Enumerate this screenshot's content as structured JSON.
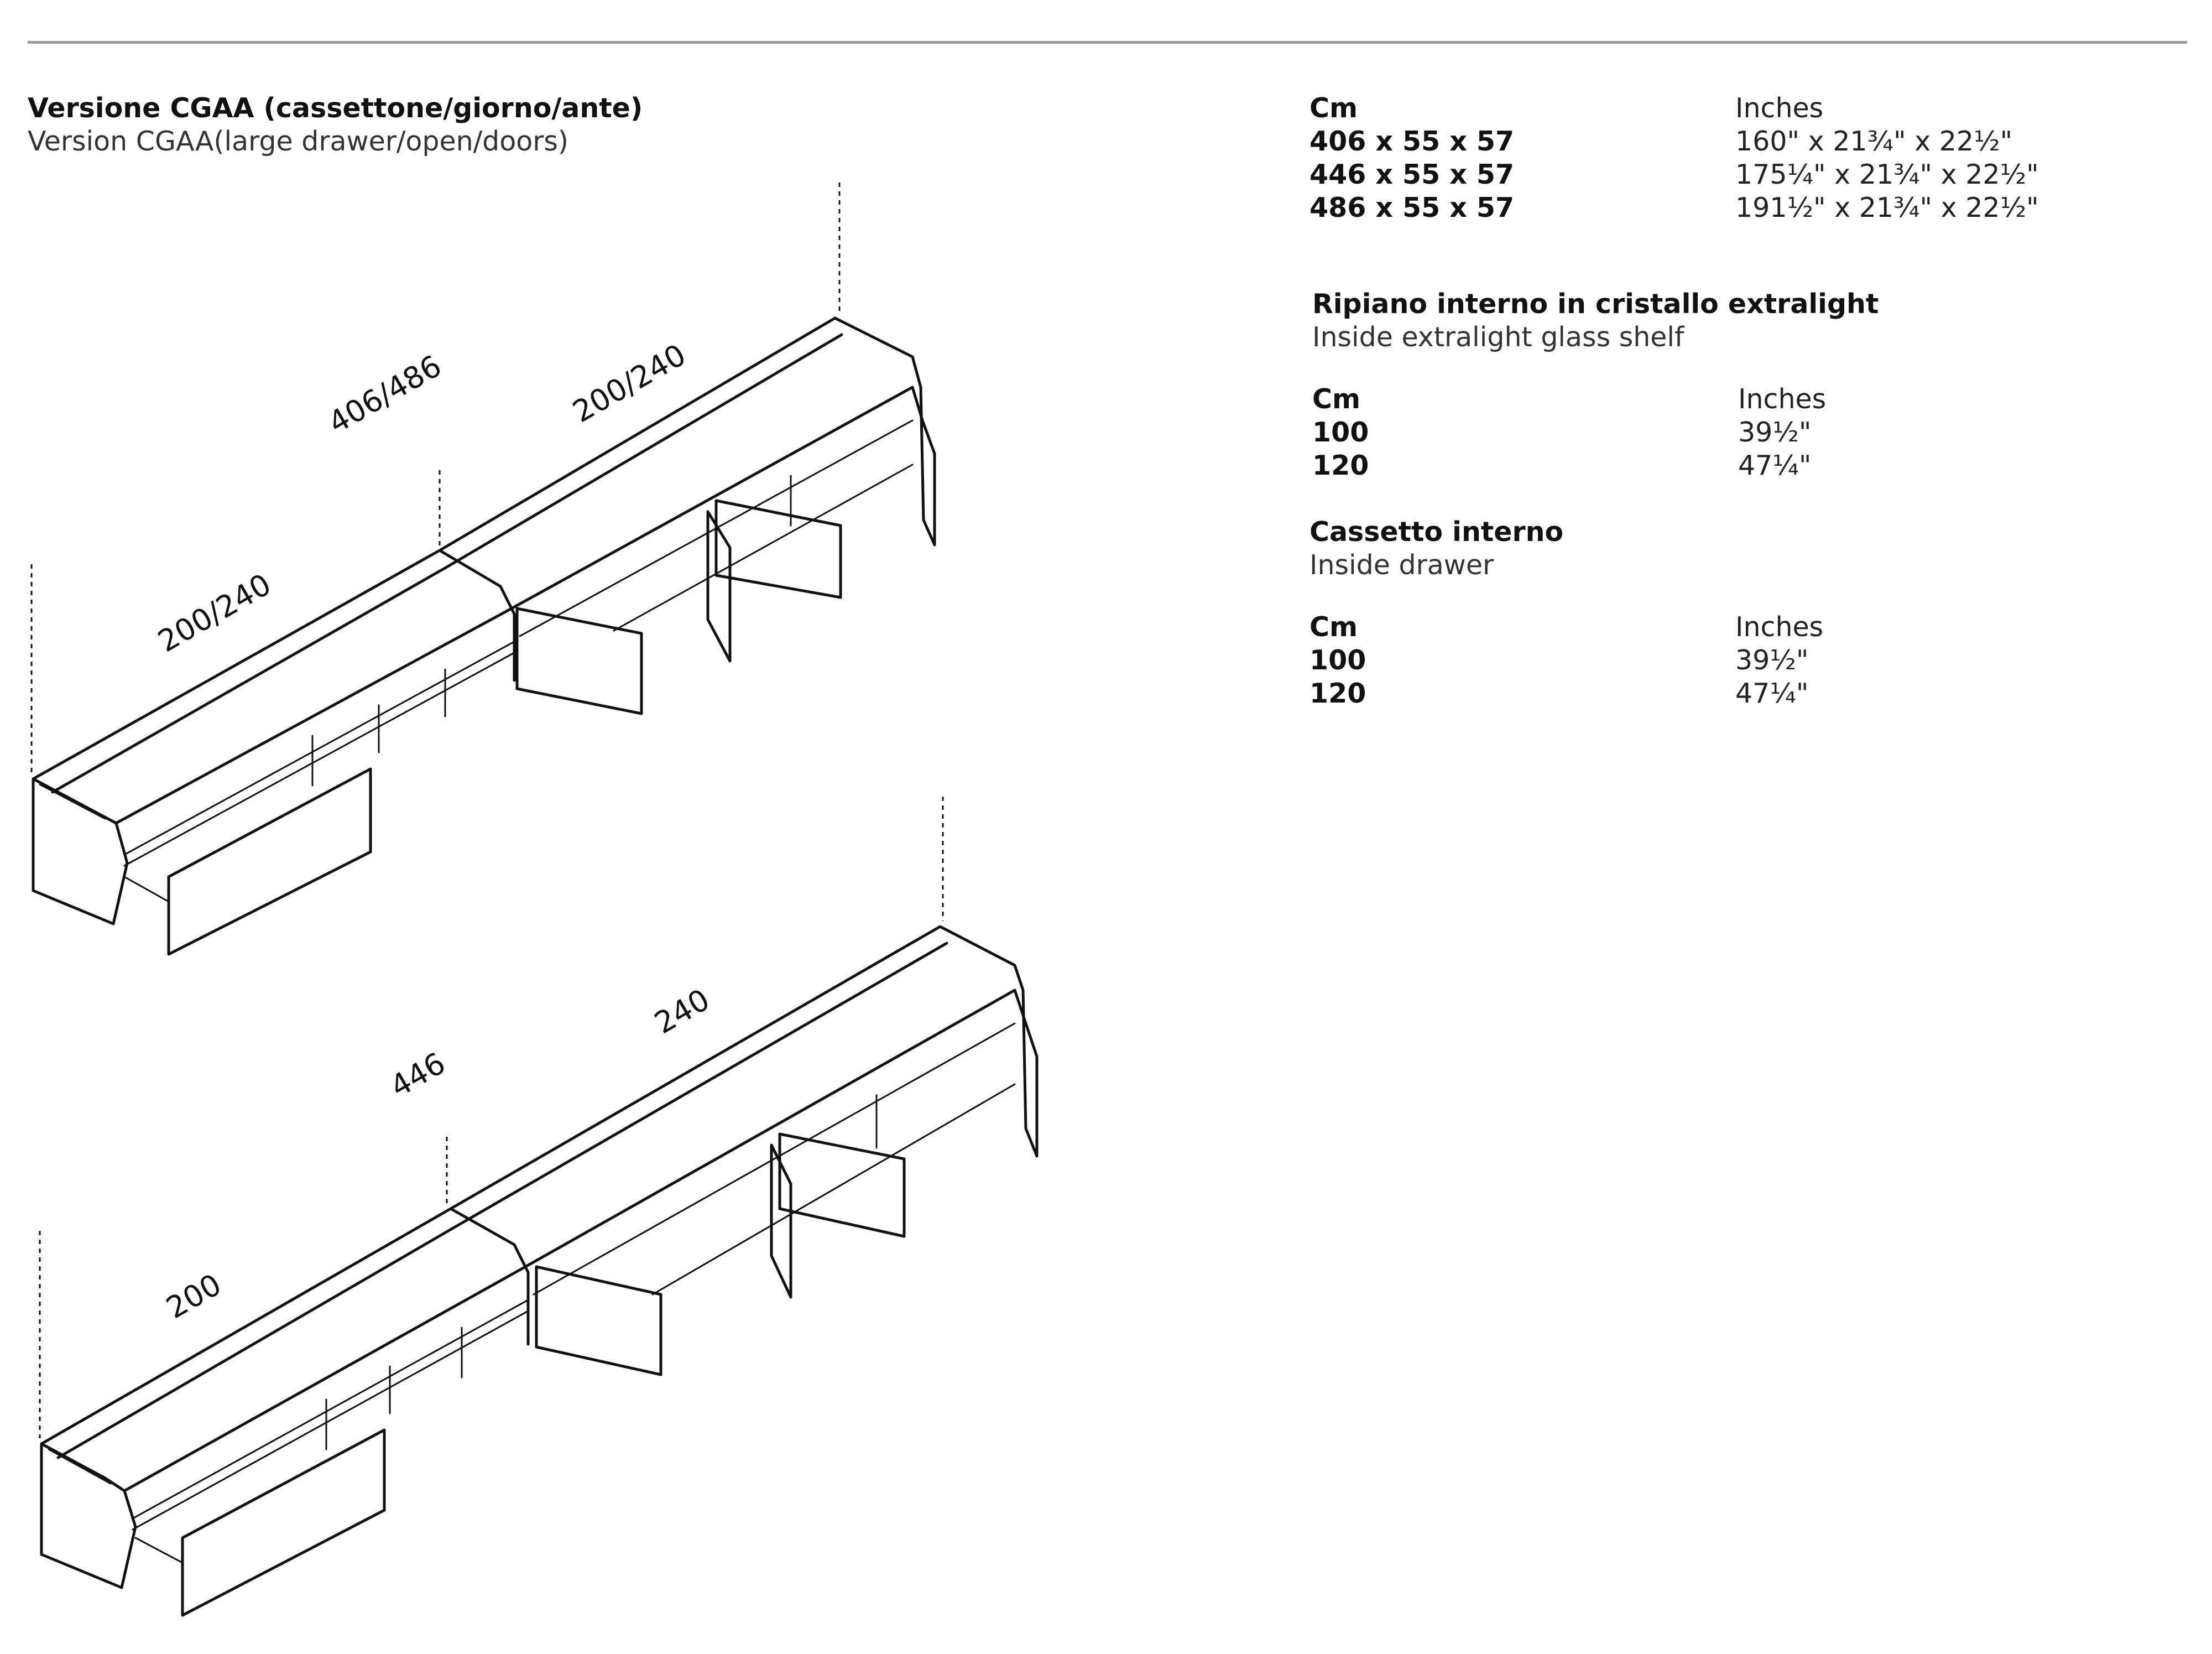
{
  "header": {
    "title": "Versione CGAA (cassettone/giorno/ante)",
    "subtitle": "Version CGAA(large drawer/open/doors)"
  },
  "drawing_top": {
    "dim_total": "406/486",
    "dim_left": "200/240",
    "dim_right": "200/240"
  },
  "drawing_bottom": {
    "dim_total": "446",
    "dim_left": "200",
    "dim_right": "240"
  },
  "dimensions": {
    "col_cm": "Cm",
    "col_inches": "Inches",
    "rows": [
      {
        "cm": "406 x 55 x 57",
        "inches": "160\" x 21¾\" x 22½\""
      },
      {
        "cm": "446 x 55 x 57",
        "inches": "175¼\" x 21¾\" x 22½\""
      },
      {
        "cm": "486 x 55 x 57",
        "inches": "191½\" x 21¾\" x 22½\""
      }
    ]
  },
  "glass_shelf": {
    "title": "Ripiano interno in cristallo extralight",
    "subtitle": "Inside extralight glass shelf",
    "col_cm": "Cm",
    "col_inches": "Inches",
    "rows": [
      {
        "cm": "100",
        "inches": "39½\""
      },
      {
        "cm": "120",
        "inches": "47¼\""
      }
    ]
  },
  "drawer": {
    "title": "Cassetto interno",
    "subtitle": "Inside drawer",
    "col_cm": "Cm",
    "col_inches": "Inches",
    "rows": [
      {
        "cm": "100",
        "inches": "39½\""
      },
      {
        "cm": "120",
        "inches": "47¼\""
      }
    ]
  }
}
